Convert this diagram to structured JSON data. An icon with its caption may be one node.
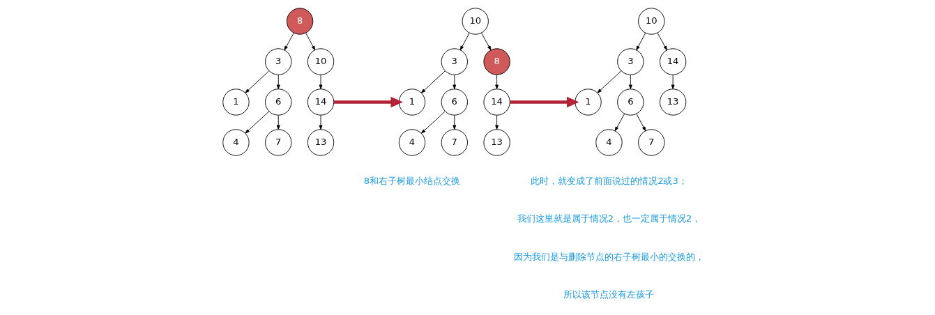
{
  "diagram": {
    "nodes": [
      {
        "text": [
          "8"
        ]
      },
      {
        "text": [
          "3"
        ]
      },
      {
        "text": [
          "10"
        ]
      },
      {
        "text": [
          "1"
        ]
      },
      {
        "text": [
          "6"
        ]
      },
      {
        "text": [
          "14"
        ]
      },
      {
        "text": [
          "4"
        ]
      },
      {
        "text": [
          "7"
        ]
      },
      {
        "text": [
          "13"
        ]
      },
      {
        "text": [
          "10"
        ]
      },
      {
        "text": [
          "3"
        ]
      },
      {
        "text": [
          "8"
        ]
      },
      {
        "text": [
          "1"
        ]
      },
      {
        "text": [
          "6"
        ]
      },
      {
        "text": [
          "14"
        ]
      },
      {
        "text": [
          "4"
        ]
      },
      {
        "text": [
          "7"
        ]
      },
      {
        "text": [
          "13"
        ]
      },
      {
        "text": [
          "10"
        ]
      },
      {
        "text": [
          "3"
        ]
      },
      {
        "text": [
          "14"
        ]
      },
      {
        "text": [
          "1"
        ]
      },
      {
        "text": [
          "6"
        ]
      },
      {
        "text": [
          "13"
        ]
      },
      {
        "text": [
          "4"
        ]
      },
      {
        "text": [
          "7"
        ]
      }
    ],
    "edges": [
      {
        "from": 0,
        "to": 1,
        "arrow": "to"
      },
      {
        "from": 0,
        "to": 2,
        "arrow": "to"
      },
      {
        "from": 1,
        "to": 3,
        "arrow": "to"
      },
      {
        "from": 1,
        "to": 4,
        "arrow": "to"
      },
      {
        "from": 2,
        "to": 5,
        "arrow": "to"
      },
      {
        "from": 4,
        "to": 6,
        "arrow": "to"
      },
      {
        "from": 4,
        "to": 7,
        "arrow": "to"
      },
      {
        "from": 5,
        "to": 8,
        "arrow": "to"
      },
      {
        "from": 5,
        "to": 12,
        "arrow": "to",
        "style": "thick",
        "color": "#b22234"
      },
      {
        "from": 9,
        "to": 10,
        "arrow": "to"
      },
      {
        "from": 9,
        "to": 11,
        "arrow": "to"
      },
      {
        "from": 10,
        "to": 12,
        "arrow": "to"
      },
      {
        "from": 10,
        "to": 13,
        "arrow": "to"
      },
      {
        "from": 11,
        "to": 14,
        "arrow": "to"
      },
      {
        "from": 13,
        "to": 15,
        "arrow": "to"
      },
      {
        "from": 13,
        "to": 16,
        "arrow": "to"
      },
      {
        "from": 14,
        "to": 17,
        "arrow": "to"
      },
      {
        "from": 14,
        "to": 21,
        "arrow": "to",
        "style": "thick",
        "color": "#b22234"
      },
      {
        "from": 18,
        "to": 19,
        "arrow": "to"
      },
      {
        "from": 18,
        "to": 20,
        "arrow": "to"
      },
      {
        "from": 19,
        "to": 21,
        "arrow": "to"
      },
      {
        "from": 19,
        "to": 22,
        "arrow": "to"
      },
      {
        "from": 20,
        "to": 23,
        "arrow": "to"
      },
      {
        "from": 22,
        "to": 24,
        "arrow": "to"
      },
      {
        "from": 22,
        "to": 25,
        "arrow": "to"
      }
    ],
    "labels": [
      "8和右子树最小结点交换",
      "此时，就变成了前面说过的情况2或3；",
      "我们这里就是属于情况2，也一定属于情况2，",
      "因为我们是与删除节点的右子树最小的交换的，",
      "所以该节点没有左孩子"
    ]
  }
}
